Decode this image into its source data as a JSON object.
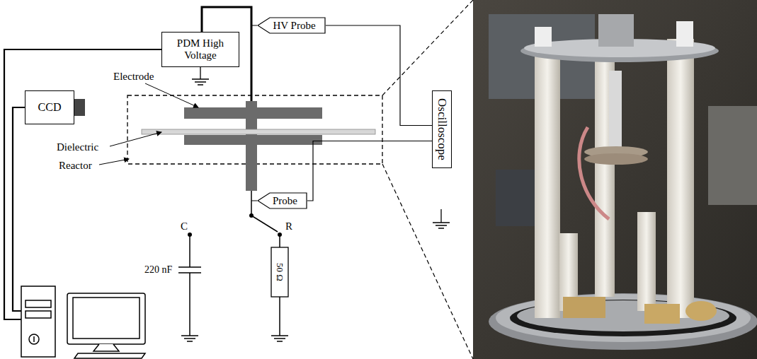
{
  "diagram": {
    "nodes": [
      {
        "text": [
          "PDM High Voltage"
        ]
      },
      {
        "text": [
          "HV Probe"
        ]
      },
      {
        "text": [
          "CCD"
        ]
      },
      {
        "text": [
          "Oscilloscope"
        ]
      },
      {
        "text": [
          "Probe"
        ]
      }
    ],
    "edges": [
      {
        "from": 1,
        "to": 3,
        "arrow": "none"
      },
      {
        "from": 4,
        "to": 3,
        "arrow": "none"
      }
    ],
    "labels": [
      "Electrode",
      "Dielectric",
      "Reactor",
      "C",
      "R",
      "220 nF",
      "50 Ω"
    ]
  }
}
